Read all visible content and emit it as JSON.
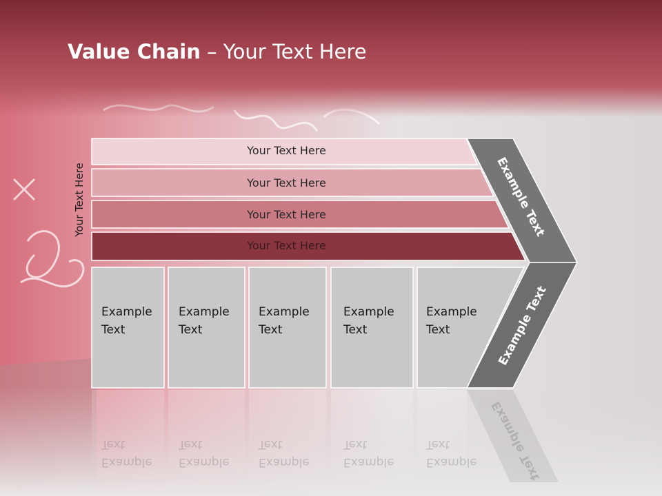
{
  "slide": {
    "title_bold": "Value Chain",
    "title_rest": " – Your Text Here",
    "side_label": "Your Text Here",
    "bars": [
      {
        "label": "Your Text Here",
        "fill": "#efd3d8"
      },
      {
        "label": "Your Text Here",
        "fill": "#dea6ad"
      },
      {
        "label": "Your Text Here",
        "fill": "#c97a83"
      },
      {
        "label": "Your Text Here",
        "fill": "#8a3640"
      }
    ],
    "cells": [
      {
        "line1": "Example",
        "line2": "Text"
      },
      {
        "line1": "Example",
        "line2": "Text"
      },
      {
        "line1": "Example",
        "line2": "Text"
      },
      {
        "line1": "Example",
        "line2": "Text"
      },
      {
        "line1": "Example",
        "line2": "Text"
      }
    ],
    "arrow_upper_label": "Example Text",
    "arrow_lower_label": "Example Text",
    "colors": {
      "header": "#9b3d48",
      "arrow": "#767676",
      "cell": "#c8c8c8"
    }
  }
}
